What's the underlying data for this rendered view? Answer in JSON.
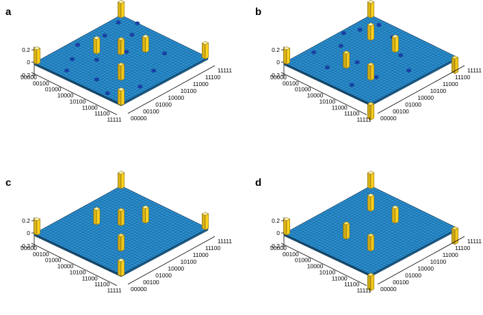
{
  "chart_data": [
    {
      "type": "bar3d",
      "panel_label": "a",
      "z_ticks": [
        "0.2",
        "0",
        "-0.2"
      ],
      "zlim": [
        -0.3,
        0.3
      ],
      "row_ticks": [
        "00000",
        "00100",
        "01000",
        "10000",
        "10100",
        "11000",
        "11100",
        "11111"
      ],
      "col_ticks": [
        "00000",
        "00100",
        "01000",
        "10000",
        "10100",
        "11000",
        "11100",
        "11111"
      ],
      "grid_size": 32,
      "floor_color": "#2a8fd0",
      "bar_color": "#ffd21f",
      "bars": [
        {
          "row": 0,
          "col": 0,
          "value": 0.25
        },
        {
          "row": 0,
          "col": 31,
          "value": 0.25
        },
        {
          "row": 31,
          "col": 0,
          "value": 0.25
        },
        {
          "row": 31,
          "col": 31,
          "value": 0.25
        },
        {
          "row": 8,
          "col": 17,
          "value": 0.25
        },
        {
          "row": 17,
          "col": 8,
          "value": 0.25
        },
        {
          "row": 8,
          "col": 8,
          "value": -0.25
        },
        {
          "row": 17,
          "col": 17,
          "value": -0.25
        }
      ],
      "noise_bumps": [
        {
          "row": 0,
          "col": 6
        },
        {
          "row": 3,
          "col": 2
        },
        {
          "row": 5,
          "col": 9
        },
        {
          "row": 6,
          "col": 22
        },
        {
          "row": 10,
          "col": 4
        },
        {
          "row": 12,
          "col": 14
        },
        {
          "row": 14,
          "col": 26
        },
        {
          "row": 18,
          "col": 2
        },
        {
          "row": 20,
          "col": 11
        },
        {
          "row": 22,
          "col": 29
        },
        {
          "row": 24,
          "col": 6
        },
        {
          "row": 27,
          "col": 18
        },
        {
          "row": 29,
          "col": 9
        },
        {
          "row": 30,
          "col": 25
        }
      ]
    },
    {
      "type": "bar3d",
      "panel_label": "b",
      "z_ticks": [
        "0.2",
        "0",
        "-0.2"
      ],
      "zlim": [
        -0.3,
        0.3
      ],
      "row_ticks": [
        "00000",
        "00100",
        "01000",
        "10000",
        "10100",
        "11000",
        "11100",
        "11111"
      ],
      "col_ticks": [
        "00000",
        "00100",
        "01000",
        "10000",
        "10100",
        "11000",
        "11100",
        "11111"
      ],
      "grid_size": 32,
      "floor_color": "#2a8fd0",
      "bar_color": "#ffd21f",
      "bars": [
        {
          "row": 0,
          "col": 0,
          "value": 0.25
        },
        {
          "row": 0,
          "col": 31,
          "value": -0.25
        },
        {
          "row": 31,
          "col": 0,
          "value": 0.25
        },
        {
          "row": 31,
          "col": 31,
          "value": -0.25
        },
        {
          "row": 8,
          "col": 17,
          "value": 0.25
        },
        {
          "row": 17,
          "col": 8,
          "value": -0.25
        },
        {
          "row": 8,
          "col": 8,
          "value": 0.25
        },
        {
          "row": 17,
          "col": 17,
          "value": -0.25
        }
      ],
      "noise_bumps": [
        {
          "row": 2,
          "col": 5
        },
        {
          "row": 4,
          "col": 12
        },
        {
          "row": 7,
          "col": 3
        },
        {
          "row": 9,
          "col": 20
        },
        {
          "row": 11,
          "col": 1
        },
        {
          "row": 13,
          "col": 27
        },
        {
          "row": 16,
          "col": 5
        },
        {
          "row": 19,
          "col": 14
        },
        {
          "row": 21,
          "col": 23
        },
        {
          "row": 23,
          "col": 2
        },
        {
          "row": 26,
          "col": 10
        },
        {
          "row": 28,
          "col": 21
        }
      ]
    },
    {
      "type": "bar3d",
      "panel_label": "c",
      "z_ticks": [
        "0.2",
        "0",
        "-0.2"
      ],
      "zlim": [
        -0.3,
        0.3
      ],
      "row_ticks": [
        "00000",
        "00100",
        "01000",
        "10000",
        "10100",
        "11000",
        "11100",
        "11111"
      ],
      "col_ticks": [
        "00000",
        "00100",
        "01000",
        "10000",
        "10100",
        "11000",
        "11100",
        "11111"
      ],
      "grid_size": 32,
      "floor_color": "#2a8fd0",
      "bar_color": "#ffd21f",
      "bars": [
        {
          "row": 0,
          "col": 0,
          "value": 0.25
        },
        {
          "row": 0,
          "col": 31,
          "value": 0.25
        },
        {
          "row": 31,
          "col": 0,
          "value": 0.25
        },
        {
          "row": 31,
          "col": 31,
          "value": 0.25
        },
        {
          "row": 8,
          "col": 17,
          "value": 0.25
        },
        {
          "row": 17,
          "col": 8,
          "value": 0.25
        },
        {
          "row": 8,
          "col": 8,
          "value": -0.25
        },
        {
          "row": 17,
          "col": 17,
          "value": -0.25
        }
      ],
      "noise_bumps": []
    },
    {
      "type": "bar3d",
      "panel_label": "d",
      "z_ticks": [
        "0.2",
        "0",
        "-0.2"
      ],
      "zlim": [
        -0.3,
        0.3
      ],
      "row_ticks": [
        "00000",
        "00100",
        "01000",
        "10000",
        "10100",
        "11000",
        "11100",
        "11111"
      ],
      "col_ticks": [
        "00000",
        "00100",
        "01000",
        "10000",
        "10100",
        "11000",
        "11100",
        "11111"
      ],
      "grid_size": 32,
      "floor_color": "#2a8fd0",
      "bar_color": "#ffd21f",
      "bars": [
        {
          "row": 0,
          "col": 0,
          "value": 0.25
        },
        {
          "row": 0,
          "col": 31,
          "value": -0.25
        },
        {
          "row": 31,
          "col": 0,
          "value": 0.25
        },
        {
          "row": 31,
          "col": 31,
          "value": -0.25
        },
        {
          "row": 8,
          "col": 17,
          "value": 0.25
        },
        {
          "row": 17,
          "col": 8,
          "value": -0.25
        },
        {
          "row": 8,
          "col": 8,
          "value": 0.25
        },
        {
          "row": 17,
          "col": 17,
          "value": -0.25
        }
      ],
      "noise_bumps": []
    }
  ]
}
